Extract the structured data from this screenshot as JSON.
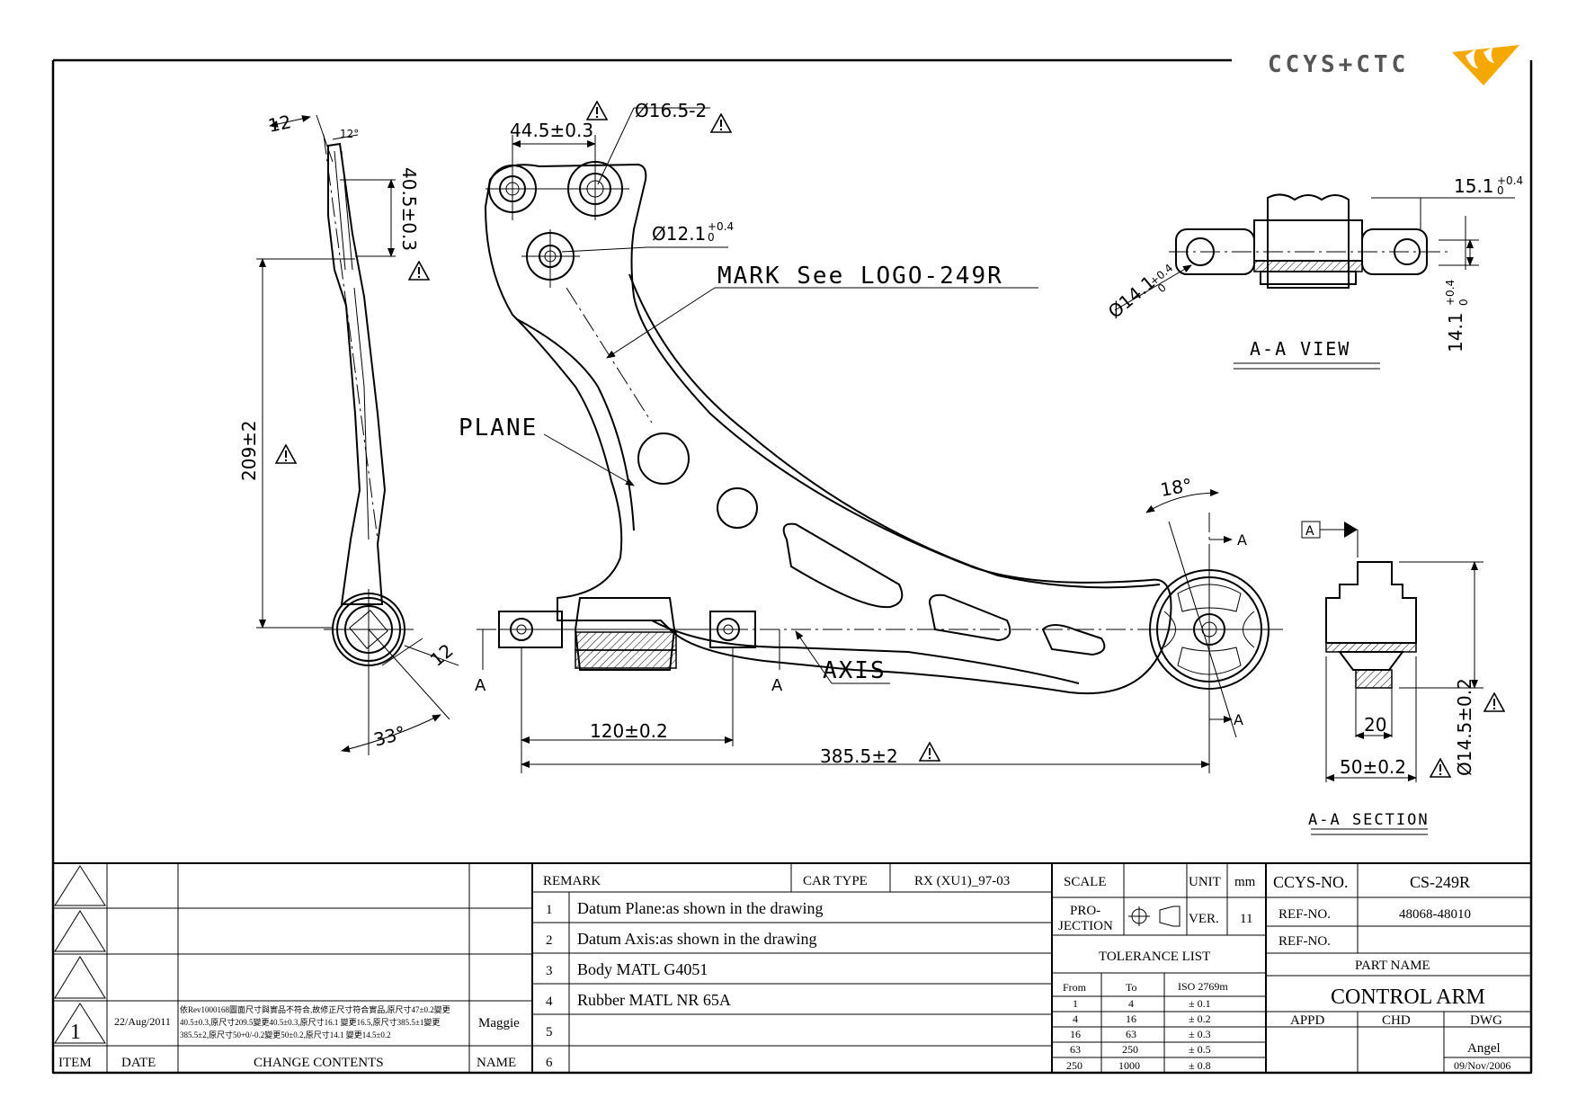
{
  "logo": {
    "text": "CCYS+CTC",
    "accent": "#f5a800"
  },
  "dims": {
    "d12_top": "12",
    "d12_deg": "12°",
    "d40_5": "40.5±0.3",
    "d209": "209±2",
    "d12_low": "12",
    "d33": "33°",
    "d44_5": "44.5±0.3",
    "d16_5": "Ø16.5-2",
    "d12_1": "Ø12.1",
    "d12_1_tol_up": "+0.4",
    "d12_1_tol_lo": "0",
    "d120": "120±0.2",
    "d385_5": "385.5±2",
    "d18": "18°",
    "d15_1": "15.1",
    "d15_1_tol_up": "+0.4",
    "d15_1_tol_lo": "0",
    "d14_1a": "Ø14.1",
    "d14_1a_tol_up": "+0.4",
    "d14_1a_tol_lo": "0",
    "d14_1b": "14.1",
    "d14_1b_tol_up": "+0.4",
    "d14_1b_tol_lo": "0",
    "d14_5": "Ø14.5±0.2",
    "d20": "20",
    "d50": "50±0.2"
  },
  "labels": {
    "mark": "MARK See LOGO-249R",
    "plane": "PLANE",
    "axis": "AXIS",
    "aa_view": "A-A VIEW",
    "aa_section": "A-A SECTION",
    "sec_a": "A",
    "datum_a": "A"
  },
  "revision": {
    "rows": [
      {
        "item": "",
        "date": "",
        "change": "",
        "name": ""
      },
      {
        "item": "",
        "date": "",
        "change": "",
        "name": ""
      },
      {
        "item": "",
        "date": "",
        "change": "",
        "name": ""
      },
      {
        "item": "1",
        "date": "22/Aug/2011",
        "change_lines": [
          "依Rev1000168圖面尺寸與實品不符合,故修正尺寸符合實品,原尺寸47±0.2變更",
          "40.5±0.3,原尺寸209.5變更40.5±0.3,原尺寸16.1  變更16.5,原尺寸385.5±1變更",
          "385.5±2,原尺寸50+0/-0.2變更50±0.2,原尺寸14.1  變更14.5±0.2"
        ],
        "name": "Maggie"
      }
    ],
    "headers": {
      "item": "ITEM",
      "date": "DATE",
      "change": "CHANGE CONTENTS",
      "name": "NAME"
    }
  },
  "remarks": {
    "header": "REMARK",
    "car_type_label": "CAR TYPE",
    "car_type": "RX (XU1)_97-03",
    "items": [
      {
        "no": "1",
        "text": "Datum Plane:as shown in the drawing"
      },
      {
        "no": "2",
        "text": "Datum Axis:as shown in the drawing"
      },
      {
        "no": "3",
        "text": "Body MATL G4051"
      },
      {
        "no": "4",
        "text": "Rubber MATL NR 65A"
      },
      {
        "no": "5",
        "text": ""
      },
      {
        "no": "6",
        "text": ""
      }
    ]
  },
  "spec": {
    "scale_label": "SCALE",
    "scale": "",
    "unit_label": "UNIT",
    "unit": "mm",
    "projection_label_1": "PRO-",
    "projection_label_2": "JECTION",
    "ver_label": "VER.",
    "ver": "11",
    "tolerance_title": "TOLERANCE LIST",
    "tol_headers": {
      "from": "From",
      "to": "To",
      "iso": "ISO 2769m"
    },
    "tolerances": [
      {
        "from": "1",
        "to": "4",
        "tol": "± 0.1"
      },
      {
        "from": "4",
        "to": "16",
        "tol": "± 0.2"
      },
      {
        "from": "16",
        "to": "63",
        "tol": "± 0.3"
      },
      {
        "from": "63",
        "to": "250",
        "tol": "± 0.5"
      },
      {
        "from": "250",
        "to": "1000",
        "tol": "± 0.8"
      }
    ]
  },
  "part": {
    "ccys_no_label": "CCYS-NO.",
    "ccys_no": "CS-249R",
    "ref_no_label": "REF-NO.",
    "ref_no": "48068-48010",
    "ref_no2_label": "REF-NO.",
    "ref_no2": "",
    "part_name_label": "PART NAME",
    "part_name": "CONTROL ARM",
    "appd_label": "APPD",
    "chd_label": "CHD",
    "dwg_label": "DWG",
    "dwg_by": "Angel",
    "dwg_date": "09/Nov/2006"
  }
}
